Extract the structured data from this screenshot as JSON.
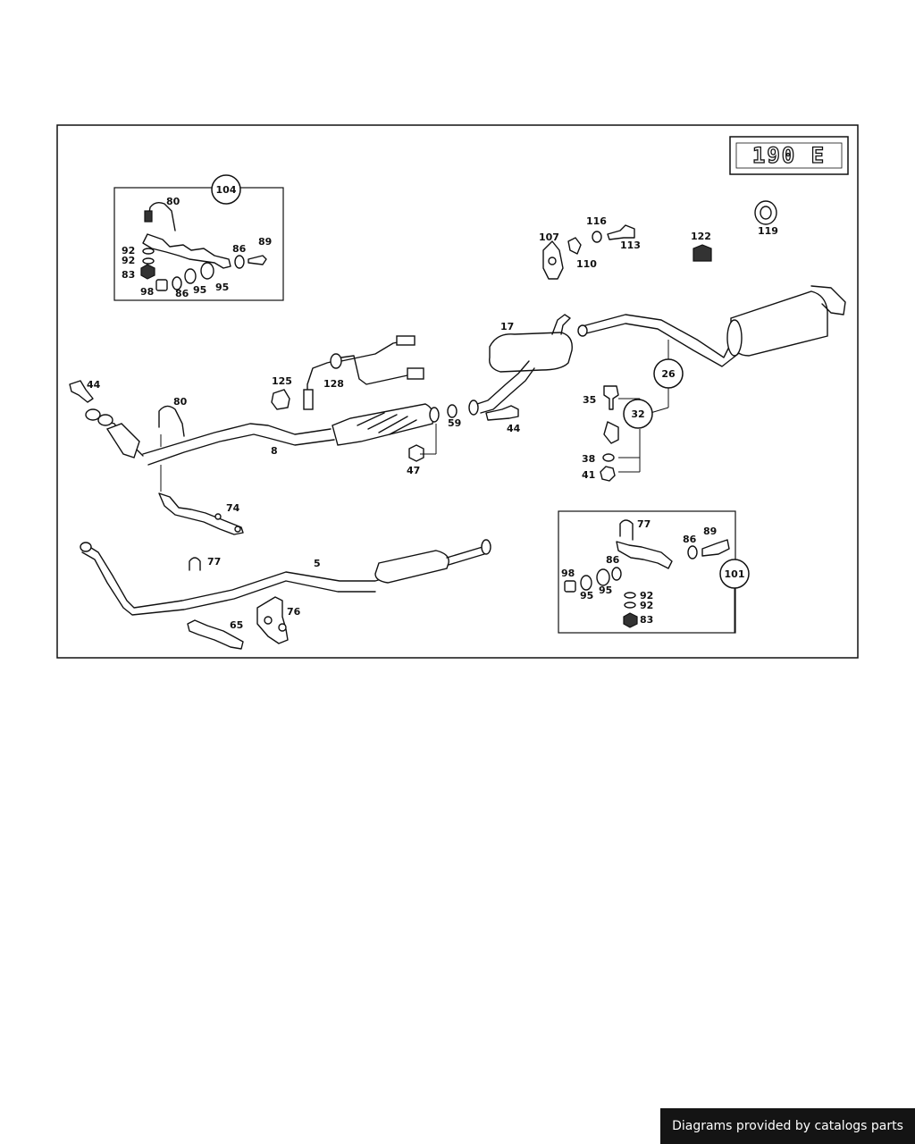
{
  "model_badge": "190 E",
  "callouts": {
    "c104": "104",
    "c26": "26",
    "c32": "32",
    "c101": "101"
  },
  "labels": {
    "l80a": "80",
    "l92a": "92",
    "l92b": "92",
    "l83a": "83",
    "l86a": "86",
    "l89a": "89",
    "l98a": "98",
    "l86b": "86",
    "l95a": "95",
    "l95b": "95",
    "l107": "107",
    "l116": "116",
    "l113": "113",
    "l110": "110",
    "l122": "122",
    "l119": "119",
    "l17": "17",
    "l44a": "44",
    "l80b": "80",
    "l125": "125",
    "l128": "128",
    "l8": "8",
    "l59": "59",
    "l44b": "44",
    "l47": "47",
    "l35": "35",
    "l38": "38",
    "l41": "41",
    "l74": "74",
    "l77a": "77",
    "l5": "5",
    "l65": "65",
    "l76": "76",
    "l77b": "77",
    "l89b": "89",
    "l86c": "86",
    "l86d": "86",
    "l98b": "98",
    "l95c": "95",
    "l95d": "95",
    "l92c": "92",
    "l92d": "92",
    "l83b": "83"
  },
  "footer_text": "Diagrams provided by catalogs parts"
}
